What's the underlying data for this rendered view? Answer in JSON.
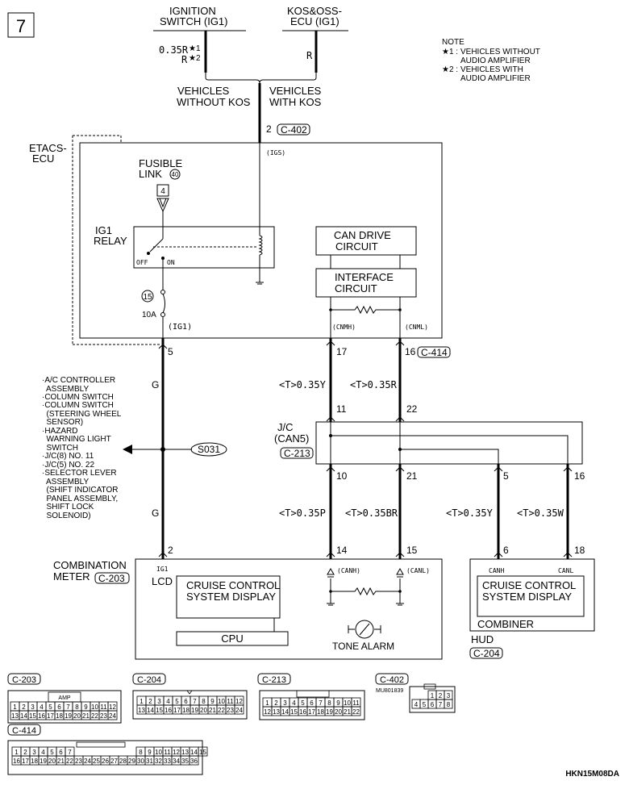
{
  "page_number": "7",
  "top": {
    "ig_switch": [
      "IGNITION",
      "SWITCH (IG1)"
    ],
    "kos_ecu": [
      "KOS&OSS-",
      "ECU (IG1)"
    ],
    "left_wire_color_1": "0.35R",
    "left_wire_color_2": "R",
    "star1": "★1",
    "star2": "★2",
    "right_wire_color": "R",
    "vehicles_without_kos": [
      "VEHICLES",
      "WITHOUT KOS"
    ],
    "vehicles_with_kos": [
      "VEHICLES",
      "WITH KOS"
    ],
    "pin_c402": "2",
    "conn_c402": "C-402",
    "igs": "(IGS)"
  },
  "note": {
    "title": "NOTE",
    "items": [
      {
        "mark": "★1 :",
        "lines": [
          "VEHICLES WITHOUT",
          "AUDIO AMPLIFIER"
        ]
      },
      {
        "mark": "★2 :",
        "lines": [
          "VEHICLES WITH",
          "AUDIO AMPLIFIER"
        ]
      }
    ]
  },
  "etacs": {
    "label": [
      "ETACS-",
      "ECU"
    ],
    "fusible_link": [
      "FUSIBLE",
      "LINK"
    ],
    "fusible_number": "40",
    "fuse_box": "4",
    "ig1_relay": [
      "IG1",
      "RELAY"
    ],
    "off": "OFF",
    "on": "ON",
    "fuse_number": "15",
    "fuse_rating": "10A",
    "ig1_terminal": "(IG1)",
    "can_drive": [
      "CAN DRIVE",
      "CIRCUIT"
    ],
    "interface": [
      "INTERFACE",
      "CIRCUIT"
    ],
    "cnmh": "(CNMH)",
    "cnml": "(CNML)"
  },
  "pins": {
    "etacs_ig1": "5",
    "etacs_cnmh": "17",
    "etacs_cnml": "16",
    "conn_c414": "C-414",
    "jc_in_1": "11",
    "jc_in_2": "22",
    "jc_out_1": "10",
    "jc_out_2": "21",
    "jc_out_3": "5",
    "jc_out_4": "16",
    "meter_ig1": "2",
    "meter_canh": "14",
    "meter_canl": "15",
    "hud_canh": "6",
    "hud_canl": "18"
  },
  "wires": {
    "g_upper": "G",
    "g_lower": "G",
    "ty_upper": "<T>0.35Y",
    "tr_upper": "<T>0.35R",
    "tp_lower": "<T>0.35P",
    "tbr_lower": "<T>0.35BR",
    "ty_lower": "<T>0.35Y",
    "tw_lower": "<T>0.35W"
  },
  "splice": "S031",
  "branch_list": [
    "·A/C CONTROLLER",
    "  ASSEMBLY",
    "·COLUMN SWITCH",
    "·COLUMN SWITCH",
    "  (STEERING WHEEL",
    "  SENSOR)",
    "·HAZARD",
    "  WARNING LIGHT",
    "  SWITCH",
    "·J/C(8) NO. 11",
    "·J/C(5) NO. 22",
    "·SELECTOR LEVER",
    "  ASSEMBLY",
    "  (SHIFT INDICATOR",
    "  PANEL ASSEMBLY,",
    "  SHIFT LOCK",
    "  SOLENOID)"
  ],
  "jc": {
    "label": [
      "J/C",
      "(CAN5)"
    ],
    "conn": "C-213"
  },
  "meter": {
    "label": [
      "COMBINATION",
      "METER"
    ],
    "conn": "C-203",
    "ig1": "IG1",
    "lcd": "LCD",
    "display": [
      "CRUISE CONTROL",
      "SYSTEM DISPLAY"
    ],
    "cpu": "CPU",
    "canh": "(CANH)",
    "canl": "(CANL)",
    "tone_alarm": "TONE ALARM"
  },
  "hud": {
    "canh": "CANH",
    "canl": "CANL",
    "display": [
      "CRUISE CONTROL",
      "SYSTEM DISPLAY"
    ],
    "combiner": "COMBINER",
    "label": "HUD",
    "conn": "C-204"
  },
  "connectors": {
    "c203": {
      "name": "C-203",
      "tag": "AMP",
      "row1": [
        "1",
        "2",
        "3",
        "4",
        "5",
        "6",
        "7",
        "8",
        "9",
        "10",
        "11",
        "12"
      ],
      "row2": [
        "13",
        "14",
        "15",
        "16",
        "17",
        "18",
        "19",
        "20",
        "21",
        "22",
        "23",
        "24"
      ]
    },
    "c204": {
      "name": "C-204",
      "row1": [
        "1",
        "2",
        "3",
        "4",
        "5",
        "6",
        "7",
        "8",
        "9",
        "10",
        "11",
        "12"
      ],
      "row2": [
        "13",
        "14",
        "15",
        "16",
        "17",
        "18",
        "19",
        "20",
        "21",
        "22",
        "23",
        "24"
      ]
    },
    "c213": {
      "name": "C-213",
      "row1": [
        "1",
        "2",
        "3",
        "4",
        "5",
        "6",
        "7",
        "8",
        "9",
        "10",
        "11"
      ],
      "row2": [
        "12",
        "13",
        "14",
        "15",
        "16",
        "17",
        "18",
        "19",
        "20",
        "21",
        "22"
      ]
    },
    "c402": {
      "name": "C-402",
      "part": "MU801839",
      "row1": [
        "1",
        "2",
        "3"
      ],
      "row2": [
        "4",
        "5",
        "6",
        "7",
        "8"
      ]
    },
    "c414": {
      "name": "C-414",
      "row1": [
        "1",
        "2",
        "3",
        "4",
        "5",
        "6",
        "7",
        "8",
        "9",
        "10",
        "11",
        "12",
        "13",
        "14",
        "15"
      ],
      "row2": [
        "16",
        "17",
        "18",
        "19",
        "20",
        "21",
        "22",
        "23",
        "24",
        "25",
        "26",
        "27",
        "28",
        "29",
        "30",
        "31",
        "32",
        "33",
        "34",
        "35",
        "36"
      ]
    }
  },
  "diagram_code": "HKN15M08DA"
}
